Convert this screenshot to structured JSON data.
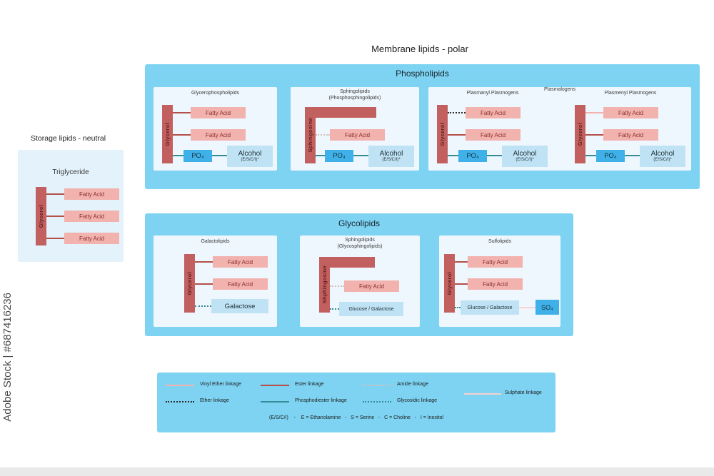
{
  "watermark": "Adobe Stock | #687416236",
  "page": {
    "membrane_title": "Membrane lipids - polar",
    "storage_title": "Storage lipids - neutral"
  },
  "colors": {
    "section_blue": "#7ed3f3",
    "inner_panel": "#eef7fd",
    "storage_panel": "#e3f2fb",
    "backbone_red": "#c2605f",
    "fatty_acid_pink": "#f2b2ae",
    "po4_blue": "#40b1e8",
    "alcohol_blue": "#bfe3f5",
    "ester_line": "#b35048",
    "vinyl_ether_line": "#f2b2ae",
    "ether_line": "#2b2b2b",
    "phosphodiester_line": "#328d96",
    "glycosidic_line": "#328d96",
    "amide_line": "#d9bdbb",
    "sulphate_line": "#f7d2ce"
  },
  "storage": {
    "panel_title": "Triglyceride",
    "backbone": "Glycerol",
    "fatty1": "Fatty Acid",
    "fatty2": "Fatty Acid",
    "fatty3": "Fatty Acid"
  },
  "phospholipids": {
    "title": "Phospholipids",
    "glycero": {
      "label": "Glycerophospholipids",
      "backbone": "Glycerol",
      "fatty1": "Fatty Acid",
      "fatty2": "Fatty Acid",
      "po4": "PO₄",
      "alcohol": "Alcohol",
      "alcohol_note": "(E/S/C/I)*"
    },
    "sphingo": {
      "label1": "Sphingolipids",
      "label2": "(Phosphosphingolipids)",
      "backbone": "Sphingosine",
      "fatty": "Fatty Acid",
      "po4": "PO₄",
      "alcohol": "Alcohol",
      "alcohol_note": "(E/S/C/I)*"
    },
    "plasmalogens_label": "Plasmalogens",
    "plasmanyl": {
      "label": "Plasmanyl Plasmogens",
      "backbone": "Glycerol",
      "fatty1": "Fatty Acid",
      "fatty2": "Fatty Acid",
      "po4": "PO₄",
      "alcohol": "Alcohol",
      "alcohol_note": "(E/S/C/I)*"
    },
    "plasmenyl": {
      "label": "Plasmenyl Plasmogens",
      "backbone": "Glycerol",
      "fatty1": "Fatty Acid",
      "fatty2": "Fatty Acid",
      "po4": "PO₄",
      "alcohol": "Alcohol",
      "alcohol_note": "(E/S/C/I)*"
    }
  },
  "glycolipids": {
    "title": "Glycolipids",
    "galacto": {
      "label": "Galactolipids",
      "backbone": "Glycerol",
      "fatty1": "Fatty Acid",
      "fatty2": "Fatty Acid",
      "sugar": "Galactose"
    },
    "sphingo": {
      "label1": "Sphingolipids",
      "label2": "(Glycosphingolipids)",
      "backbone": "Shphingosine",
      "fatty": "Fatty Acid",
      "sugar": "Glucose / Galactose"
    },
    "sulfo": {
      "label": "Sulfolipids",
      "backbone": "Glycerol",
      "fatty1": "Fatty Acid",
      "fatty2": "Fatty Acid",
      "sugar": "Glucose / Galactose",
      "so4": "SO₄"
    }
  },
  "legend": {
    "items": [
      {
        "label": "Vinyl Ether linkage",
        "style": "solid-pink"
      },
      {
        "label": "Ester linkage",
        "style": "solid-darkred"
      },
      {
        "label": "Amide linkage",
        "style": "dotted-light"
      },
      {
        "label": "Ether linkage",
        "style": "dotted-black"
      },
      {
        "label": "Phosphodiester linkage",
        "style": "solid-teal"
      },
      {
        "label": "Glycosidic linkage",
        "style": "dotted-teal"
      },
      {
        "label": "Sulphate linkage",
        "style": "solid-lightpink"
      }
    ],
    "note": "(E/S/C/I)    -    E = Ethanolamine   -   S = Serine   -   C = Choline   -   I = Inositol"
  }
}
